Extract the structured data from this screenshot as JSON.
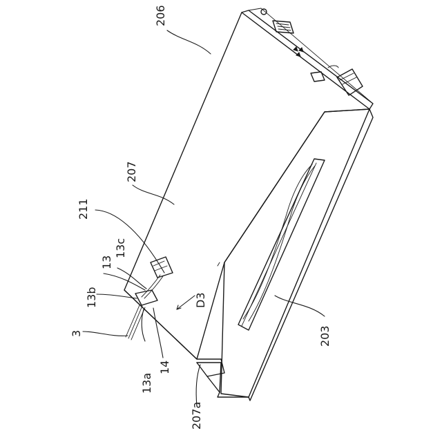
{
  "figure": {
    "labels": {
      "l206": "206",
      "l207": "207",
      "l203": "203",
      "l211": "211",
      "l13c": "13c",
      "l13": "13",
      "l13b": "13b",
      "l3": "3",
      "l13a": "13a",
      "l14": "14",
      "l207a": "207a",
      "lD3": "D3"
    }
  }
}
